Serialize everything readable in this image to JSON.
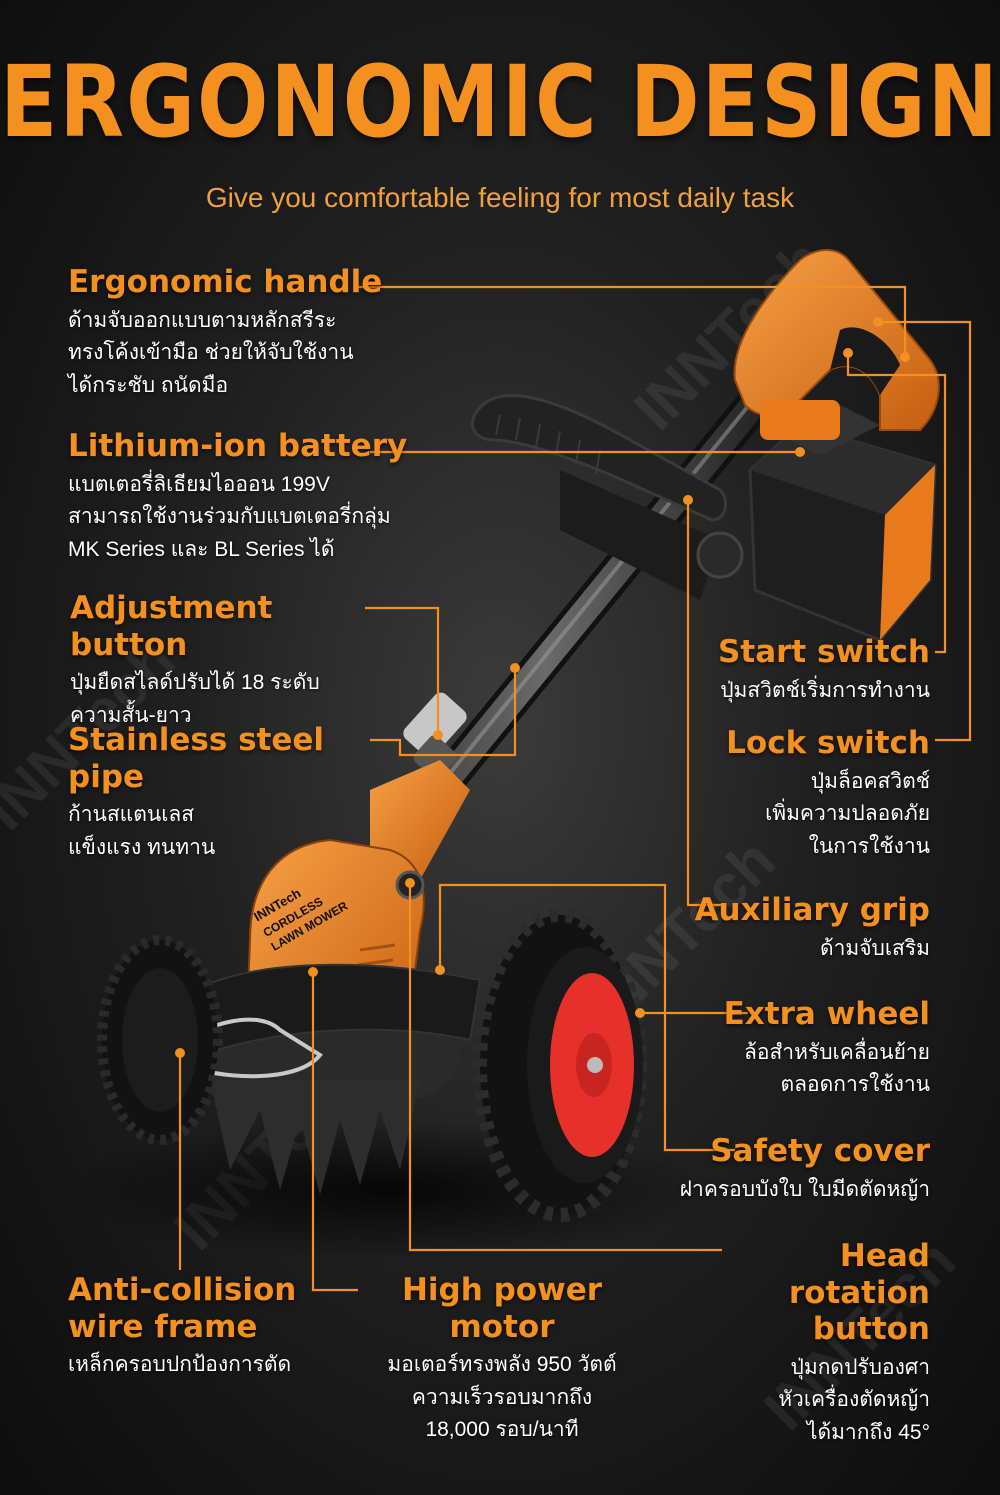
{
  "header": {
    "title": "ERGONOMIC DESIGN",
    "subtitle": "Give you comfortable feeling for most daily task"
  },
  "product": {
    "label_lines": [
      "INNTech",
      "CORDLESS",
      "LAWN MOWER"
    ]
  },
  "features": {
    "ergonomic_handle": {
      "title": "Ergonomic handle",
      "lines": [
        "ด้ามจับออกแบบตามหลักสรีระ",
        "ทรงโค้งเข้ามือ ช่วยให้จับใช้งาน",
        "ได้กระชับ ถนัดมือ"
      ]
    },
    "lithium_battery": {
      "title": "Lithium-ion battery",
      "lines": [
        "แบตเตอรี่ลิเธียมไอออน 199V",
        "สามารถใช้งานร่วมกับแบตเตอรี่กลุ่ม",
        "MK Series และ BL Series ได้"
      ]
    },
    "adjustment_button": {
      "title": "Adjustment button",
      "lines": [
        "ปุ่มยืดสไลด์ปรับได้ 18 ระดับ",
        "ความสั้น-ยาว"
      ]
    },
    "stainless_pipe": {
      "title": "Stainless steel pipe",
      "lines": [
        "ก้านสแตนเลส",
        "แข็งแรง ทนทาน"
      ]
    },
    "start_switch": {
      "title": "Start switch",
      "lines": [
        "ปุ่มสวิตช์เริ่มการทำงาน"
      ]
    },
    "lock_switch": {
      "title": "Lock switch",
      "lines": [
        "ปุ่มล็อคสวิตช์",
        "เพิ่มความปลอดภัย",
        "ในการใช้งาน"
      ]
    },
    "auxiliary_grip": {
      "title": "Auxiliary grip",
      "lines": [
        "ด้ามจับเสริม"
      ]
    },
    "extra_wheel": {
      "title": "Extra wheel",
      "lines": [
        "ล้อสำหรับเคลื่อนย้าย",
        "ตลอดการใช้งาน"
      ]
    },
    "safety_cover": {
      "title": "Safety cover",
      "lines": [
        "ฝาครอบบังใบ ใบมีดตัดหญ้า"
      ]
    },
    "head_rotation": {
      "title": [
        "Head rotation",
        "button"
      ],
      "lines": [
        "ปุ่มกดปรับองศา",
        "หัวเครื่องตัดหญ้า",
        "ได้มากถึง 45°"
      ]
    },
    "anti_collision": {
      "title": [
        "Anti-collision",
        "wire frame"
      ],
      "lines": [
        "เหล็กครอบปกป้องการตัด"
      ]
    },
    "motor": {
      "title": "High power motor",
      "lines": [
        "มอเตอร์ทรงพลัง 950 วัตต์",
        "ความเร็วรอบมากถึง",
        "18,000 รอบ/นาที"
      ]
    }
  },
  "watermark": "INNTech",
  "colors": {
    "accent": "#f39020",
    "wheel_hub": "#e8302a",
    "body": "#e87a1c"
  }
}
